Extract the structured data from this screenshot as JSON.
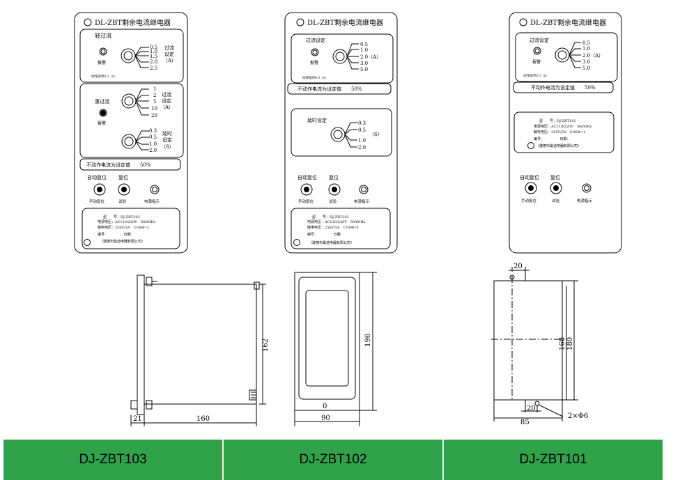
{
  "panels": {
    "p103": {
      "title": "DL-ZBT剩余电流继电器",
      "light_label": "轻过流",
      "light_alarm": "报警",
      "light_values": [
        "0.5",
        "1.0",
        "1.5",
        "2.0",
        "2.5"
      ],
      "light_set_title": [
        "过流",
        "设定",
        "（A）"
      ],
      "delay_note": "动作延时0.3（s）",
      "heavy_label": "重过流",
      "heavy_alarm": "报警",
      "heavy_values": [
        "1",
        "2",
        "5",
        "10",
        "20"
      ],
      "heavy_set_title": [
        "过流",
        "设定",
        "（A）"
      ],
      "delay_values": [
        "0.3",
        "0.5",
        "1.0",
        "2.0"
      ],
      "delay_set_title": [
        "延时",
        "设定",
        "（S）"
      ],
      "non_action": "不动作电流为设定值　　50%",
      "btn_top_labels": [
        "自动复位",
        "复位"
      ],
      "btn_bottom_labels": [
        "手动复位",
        "试验",
        "电源指示"
      ],
      "plate_lines": [
        "型　　号：DJ-ZBT103",
        "电源电压：AC110/220V　50/60Hz",
        "触电电压：250V/5A　COSΦ=1",
        "编号：　　　　　日期：",
        "（建德市桑迪电器有限公司）"
      ]
    },
    "p102": {
      "title": "DL-ZBT剩余电流继电器",
      "set_label": "过流设定",
      "alarm": "报警",
      "values": [
        "0.5",
        "1.0",
        "2.0（A）",
        "3.0",
        "5.0"
      ],
      "delay_note": "动作延时0.3（s）",
      "non_action": "不动作电流为设定值　　50%",
      "delay_label": "延时设定",
      "delay_values": [
        "0.3",
        "0.5",
        "1.0",
        "2.0"
      ],
      "delay_unit": "（S）",
      "btn_top_labels": [
        "自动复位",
        "复位"
      ],
      "btn_bottom_labels": [
        "手动复位",
        "试验",
        "电源指示"
      ],
      "plate_lines": [
        "型　　号：DJ-ZBT102",
        "电源电压：AC110/220V　50/60Hz",
        "触电电压：250V/5A　COSΦ=1",
        "编号：　　　　　日期：",
        "（建德市桑迪电器有限公司）"
      ]
    },
    "p101": {
      "title": "DL-ZBT剩余电流继电器",
      "set_label": "过流设定",
      "alarm": "报警",
      "values": [
        "0.5",
        "1.0",
        "2.0（A）",
        "3.0",
        "5.0"
      ],
      "delay_note": "动作延时0.3（s）",
      "non_action": "不动作电流为设定值　　50%",
      "plate_lines": [
        "型　　号：DJ-ZBT101",
        "电源电压：AC110/220V　50/60Hz",
        "触电电压：250V/5A　COSΦ=1",
        "编号：　　　　　日期：",
        "（建德市桑迪电器有限公司）"
      ],
      "btn_top_labels": [
        "自动复位",
        "复位"
      ],
      "btn_bottom_labels": [
        "手动复位",
        "试验",
        "电源指示"
      ]
    }
  },
  "dims": {
    "d103": {
      "height": "162",
      "depth": "160",
      "flange": "21"
    },
    "d102": {
      "height": "196",
      "width": "90",
      "zero": "0"
    },
    "d101": {
      "top": "20",
      "h1": "168",
      "h2": "180",
      "hole_offset": "20",
      "width": "85",
      "holes": "2×Φ6"
    }
  },
  "footer": [
    "DJ-ZBT103",
    "DJ-ZBT102",
    "DJ-ZBT101"
  ],
  "colors": {
    "footer_bg": "#2fa24a"
  }
}
